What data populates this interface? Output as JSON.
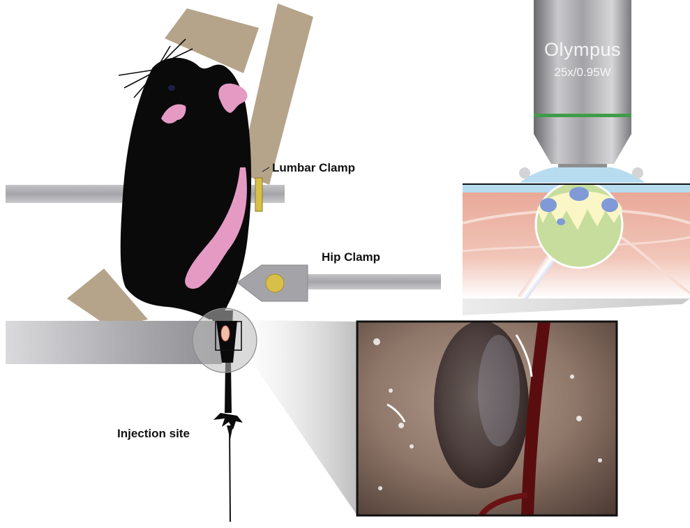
{
  "labels": {
    "lumbar_clamp": "Lumbar Clamp",
    "hip_clamp": "Hip Clamp",
    "injection_site": "Injection site"
  },
  "objective": {
    "brand": "Olympus",
    "spec": "25x/0.95W"
  },
  "colors": {
    "mouse_body": "#0a0a0a",
    "mouse_pink": "#e59ac4",
    "holder_tan": "#b5a48a",
    "bar_gray": "#a9a9ad",
    "clamp_yellow": "#d8bf4a",
    "tissue_salmon": "#e8a594",
    "water_blue": "#b7dcef",
    "node_green": "#c6dd9d",
    "follicle_blue": "#7f9ad6"
  },
  "icons": {
    "mouse": "mouse-illustration",
    "objective": "microscope-objective-icon",
    "photo": "lymph-node-micrograph"
  }
}
